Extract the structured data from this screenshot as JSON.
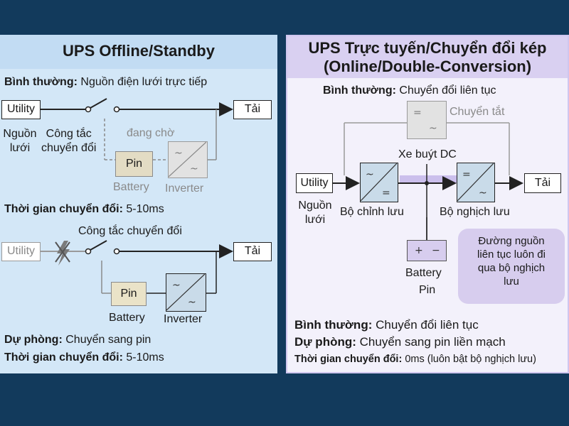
{
  "left": {
    "title": "UPS Offline/Standby",
    "d1": {
      "normal_label": "Bình thường:",
      "normal_text": "Nguồn điện lưới trực tiếp",
      "utility": "Utility",
      "load": "Tải",
      "source_line1": "Nguồn",
      "source_line2": "lưới",
      "switch_line1": "Công tắc",
      "switch_line2": "chuyển đổi",
      "standby": "đang chờ",
      "pin": "Pin",
      "battery": "Battery",
      "inverter": "Inverter",
      "transfer_label": "Thời gian chuyển đổi:",
      "transfer_value": "5-10ms"
    },
    "d2": {
      "switch_label": "Công tắc chuyển đổi",
      "utility": "Utility",
      "load": "Tải",
      "pin": "Pin",
      "battery": "Battery",
      "inverter": "Inverter",
      "backup_label": "Dự phòng:",
      "backup_text": "Chuyển sang pin",
      "transfer_label": "Thời gian chuyển đổi:",
      "transfer_value": "5-10ms"
    }
  },
  "right": {
    "title_line1": "UPS Trực tuyến/Chuyển đổi kép",
    "title_line2": "(Online/Double-Conversion)",
    "normal_label": "Bình thường:",
    "normal_text": "Chuyển đổi liên tục",
    "bypass": "Chuyển tắt",
    "dc_bus": "Xe buýt DC",
    "utility": "Utility",
    "load": "Tải",
    "source_line1": "Nguồn",
    "source_line2": "lưới",
    "rectifier": "Bộ chỉnh lưu",
    "inverter": "Bộ nghịch lưu",
    "battery": "Battery",
    "pin": "Pin",
    "note_line1": "Đường nguồn",
    "note_line2": "liên tục luôn đi",
    "note_line3": "qua bộ nghịch",
    "note_line4": "lưu",
    "sum_normal_label": "Bình thường:",
    "sum_normal_text": "Chuyển đổi liên tục",
    "sum_backup_label": "Dự phòng:",
    "sum_backup_text": "Chuyển sang pin liền mạch",
    "sum_transfer_label": "Thời gian chuyển đổi:",
    "sum_transfer_text": "0ms (luôn bật bộ nghịch lưu)"
  }
}
